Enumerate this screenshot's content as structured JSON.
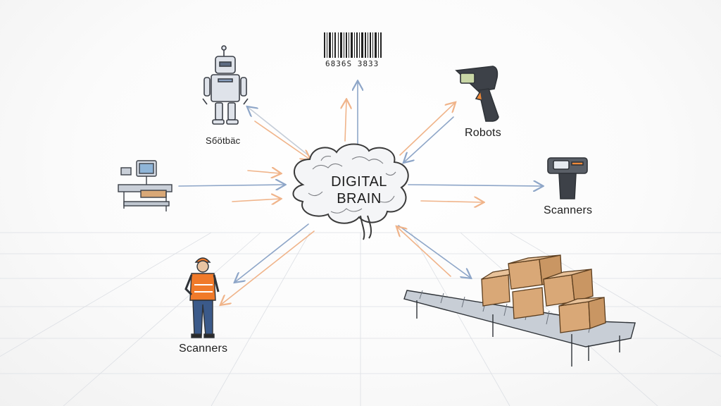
{
  "diagram": {
    "center": {
      "line1": "DIGITAL",
      "line2": "BRAIN"
    },
    "labels": {
      "robot_caption": "Sбötbäc",
      "top_right": "Robots",
      "right": "Scanners",
      "bottom_left": "Scanners"
    },
    "barcode_number": "6836S 3833",
    "icons": [
      "robot-icon",
      "barcode-icon",
      "handheld-scanner-icon",
      "scanner-station-icon",
      "workstation-icon",
      "worker-icon",
      "conveyor-icon",
      "brain-icon"
    ],
    "colors": {
      "blue_arrow": "#8ea6c8",
      "orange_arrow": "#f0b48a",
      "vest": "#f07a2a",
      "box": "#d9a877"
    }
  }
}
